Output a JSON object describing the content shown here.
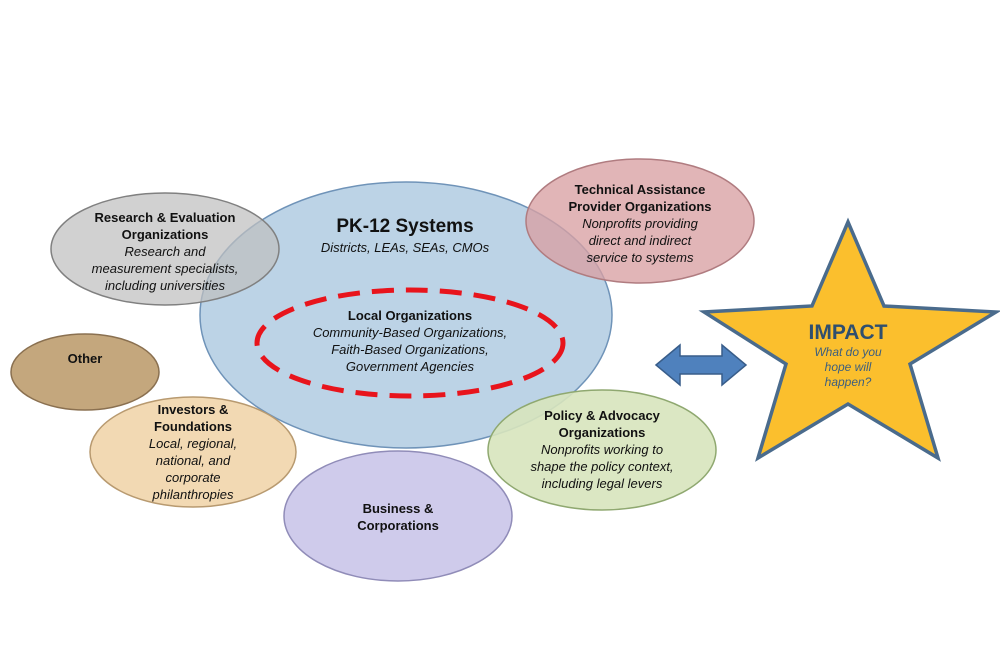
{
  "pk12": {
    "title": "PK-12 Systems",
    "subtitle": "Districts, LEAs, SEAs, CMOs",
    "color": "#b3cde3"
  },
  "local": {
    "title": "Local Organizations",
    "lines": [
      "Community-Based Organizations,",
      "Faith-Based Organizations,",
      "Government Agencies"
    ],
    "border_color": "#e8141c"
  },
  "research": {
    "title_lines": [
      "Research & Evaluation",
      "Organizations"
    ],
    "lines": [
      "Research and",
      "measurement specialists,",
      "including universities"
    ],
    "color": "#bfbfbf"
  },
  "technical": {
    "title_lines": [
      "Technical Assistance",
      "Provider Organizations"
    ],
    "lines": [
      "Nonprofits providing",
      "direct and indirect",
      "service to systems"
    ],
    "color": "#d9a0a3"
  },
  "other": {
    "title": "Other",
    "color": "#c4a77d"
  },
  "investors": {
    "title_lines": [
      "Investors &",
      "Foundations"
    ],
    "lines": [
      "Local, regional,",
      "national, and",
      "corporate",
      "philanthropies"
    ],
    "color": "#f2d9b3"
  },
  "business": {
    "title_lines": [
      "Business &",
      "Corporations"
    ],
    "color": "#cfcbeb"
  },
  "policy": {
    "title_lines": [
      "Policy & Advocacy",
      "Organizations"
    ],
    "lines": [
      "Nonprofits working to",
      "shape the policy context,",
      "including legal levers"
    ],
    "color": "#d7e4bd"
  },
  "impact": {
    "title": "IMPACT",
    "lines": [
      "What do you",
      "hope will",
      "happen?"
    ],
    "color": "#fbbf2d",
    "border_color": "#4a6b8c"
  },
  "arrow_color": "#4f81bd"
}
